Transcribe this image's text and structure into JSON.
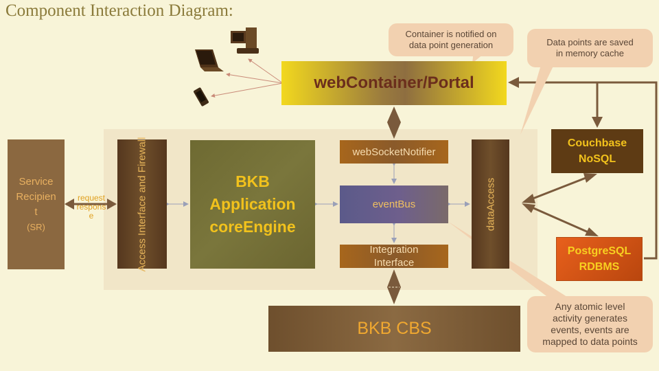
{
  "title": "Component Interaction Diagram:",
  "service_recipient": {
    "line1": "Service",
    "line2": "Recipien",
    "line3": "t",
    "line4": "(SR)"
  },
  "request_response": {
    "line1": "request",
    "line2": "respons",
    "line3": "e"
  },
  "access_interface": "Access Interface and Firewall",
  "core_engine": {
    "line1": "BKB",
    "line2": "Application",
    "line3": "coreEngine"
  },
  "websocket_notifier": "webSocketNotifier",
  "event_bus": "eventBus",
  "integration_interface": {
    "line1": "Integration",
    "line2": "Interface"
  },
  "data_access": "dataAccess",
  "portal": "webContainer/Portal",
  "cbs": "BKB CBS",
  "couchbase": {
    "line1": "Couchbase",
    "line2": "NoSQL"
  },
  "postgres": {
    "line1": "PostgreSQL",
    "line2": "RDBMS"
  },
  "callouts": {
    "container_notified": {
      "line1": "Container is notified on",
      "line2": "data point generation"
    },
    "memory_cache": {
      "line1": "Data points are saved",
      "line2": "in memory cache"
    },
    "atomic_events": {
      "line1": "Any atomic level",
      "line2": "activity generates",
      "line3": "events, events are",
      "line4": "mapped to data points"
    }
  },
  "icons": [
    "desktop-computer-icon",
    "laptop-icon",
    "mobile-phone-icon"
  ],
  "colors": {
    "background": "#f8f4d8",
    "title": "#8a7a3a",
    "arrow": "#7a5a3c"
  }
}
